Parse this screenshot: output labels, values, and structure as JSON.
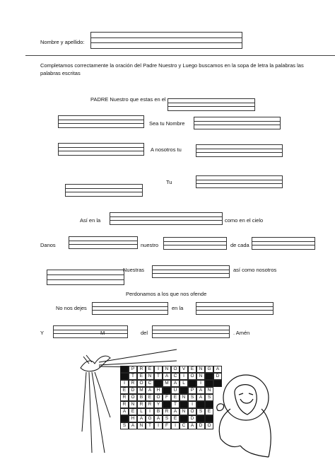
{
  "header": {
    "name_label": "Nombre y apellido:"
  },
  "instructions": "Completamos correctamente la oración del Padre Nuestro y Luego buscamos en la sopa de letra la palabras las palabras escritas",
  "prayer": {
    "l1": "PADRE Nuestro que estas en el",
    "l2": "Sea tu Nombre",
    "l3": "A nosotros tu",
    "l4": "Tu",
    "l5a": "Así en la",
    "l5b": "como en el cielo",
    "l6a": "Danos",
    "l6b": "nuestro",
    "l6c": "de cada",
    "l7a": "Nuestras",
    "l7b": "así como nosotros",
    "l8": "Perdonamos a los que nos ofende",
    "l9a": "No nos dejes",
    "l9b": "en la",
    "l10a": "Y",
    "l10b": "M",
    "l10c": "del",
    "l10d": ". Amén"
  },
  "word_search": {
    "rows": [
      [
        "",
        "P",
        "R",
        "E",
        "I",
        "N",
        "O",
        "V",
        "E",
        "N",
        "G",
        "A"
      ],
      [
        "",
        "T",
        "E",
        "N",
        "T",
        "A",
        "C",
        "I",
        "O",
        "N",
        "",
        "D"
      ],
      [
        "I",
        "R",
        "O",
        "C",
        "",
        "M",
        "A",
        "L",
        "",
        "I",
        "",
        ""
      ],
      [
        "E",
        "D",
        "M",
        "A",
        "H",
        "",
        "U",
        "",
        "P",
        "A",
        "N"
      ],
      [
        "R",
        "O",
        "B",
        "E",
        "O",
        "F",
        "E",
        "N",
        "S",
        "A",
        "S"
      ],
      [
        "R",
        "N",
        "R",
        "R",
        "Y",
        "",
        "T",
        "",
        "I",
        "",
        ""
      ],
      [
        "A",
        "E",
        "L",
        "I",
        "B",
        "R",
        "A",
        "N",
        "O",
        "S",
        "E"
      ],
      [
        "",
        "H",
        "A",
        "G",
        "A",
        "S",
        "E",
        "",
        "D",
        "",
        ""
      ],
      [
        "S",
        "A",
        "N",
        "T",
        "I",
        "F",
        "I",
        "C",
        "A",
        "D",
        "O"
      ]
    ]
  }
}
